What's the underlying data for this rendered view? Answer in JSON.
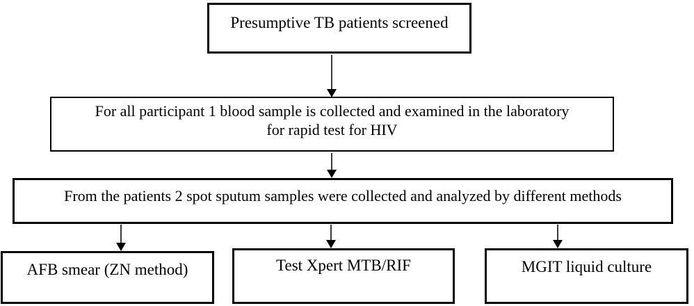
{
  "diagram": {
    "type": "flowchart",
    "colors": {
      "background": "#ffffff",
      "box_border": "#000000",
      "box_fill": "#ffffff",
      "text": "#000000",
      "arrow": "#000000"
    },
    "nodes": {
      "screened": {
        "label": "Presumptive TB patients screened"
      },
      "blood": {
        "line1": "For all participant 1 blood sample is collected and examined in the laboratory",
        "line2": "for rapid test for HIV"
      },
      "sputum": {
        "label": "From the patients 2 spot sputum samples were collected and analyzed by different methods"
      },
      "afb": {
        "label": "AFB smear (ZN method)"
      },
      "xpert": {
        "label": "Test Xpert MTB/RIF"
      },
      "mgit": {
        "label": "MGIT liquid culture"
      }
    },
    "edges": [
      {
        "from": "screened",
        "to": "blood"
      },
      {
        "from": "blood",
        "to": "sputum"
      },
      {
        "from": "sputum",
        "to": "afb"
      },
      {
        "from": "sputum",
        "to": "xpert"
      },
      {
        "from": "sputum",
        "to": "mgit"
      }
    ]
  }
}
